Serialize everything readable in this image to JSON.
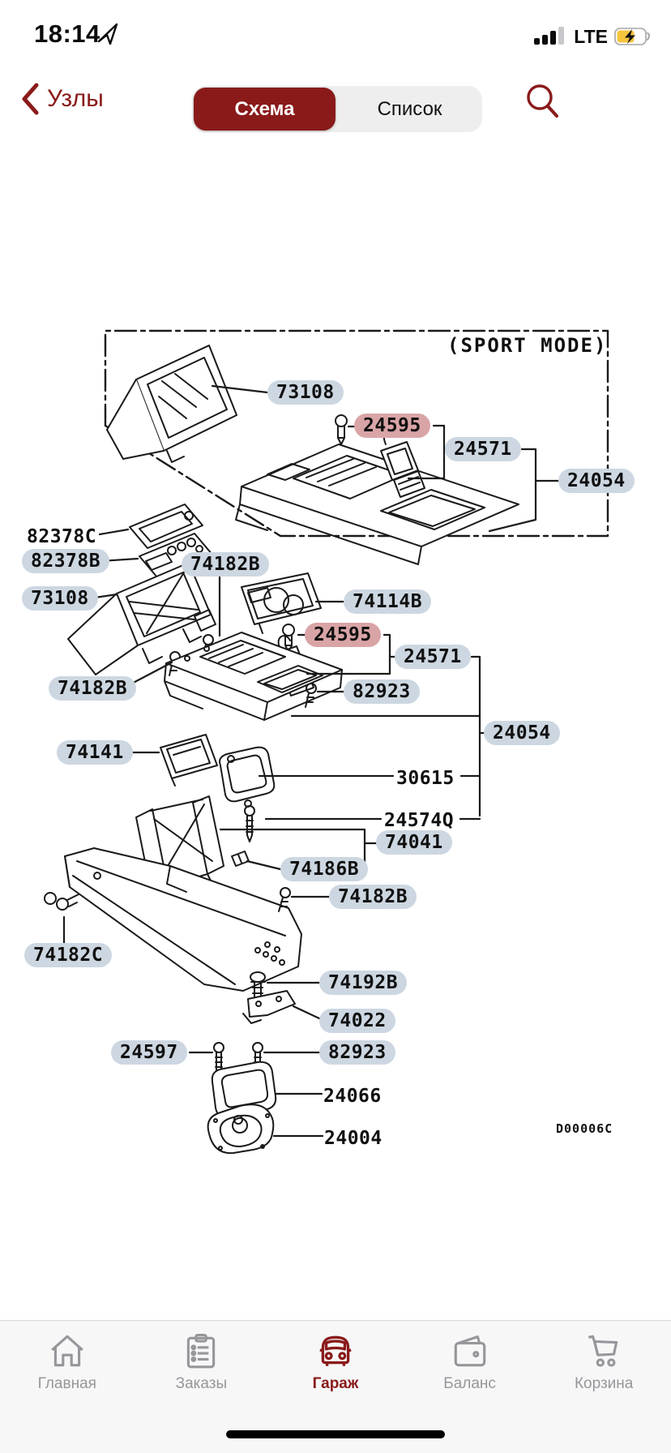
{
  "status_bar": {
    "time": "18:14",
    "network": "LTE"
  },
  "nav": {
    "back_label": "Узлы",
    "segments": [
      {
        "label": "Схема",
        "selected": true
      },
      {
        "label": "Список",
        "selected": false
      }
    ]
  },
  "diagram": {
    "sport_mode_label": "(SPORT MODE)",
    "drawing_code": "D00006C",
    "parts": [
      {
        "number": "73108",
        "style": "pill"
      },
      {
        "number": "24595",
        "style": "highlight"
      },
      {
        "number": "24571",
        "style": "pill"
      },
      {
        "number": "24054",
        "style": "pill"
      },
      {
        "number": "82378C",
        "style": "plain"
      },
      {
        "number": "82378B",
        "style": "pill"
      },
      {
        "number": "74182B",
        "style": "pill"
      },
      {
        "number": "73108",
        "style": "pill"
      },
      {
        "number": "74114B",
        "style": "pill"
      },
      {
        "number": "24595",
        "style": "highlight"
      },
      {
        "number": "24571",
        "style": "pill"
      },
      {
        "number": "82923",
        "style": "pill"
      },
      {
        "number": "74182B",
        "style": "pill"
      },
      {
        "number": "24054",
        "style": "pill"
      },
      {
        "number": "74141",
        "style": "pill"
      },
      {
        "number": "30615",
        "style": "plain"
      },
      {
        "number": "24574Q",
        "style": "plain"
      },
      {
        "number": "74041",
        "style": "pill"
      },
      {
        "number": "74186B",
        "style": "pill"
      },
      {
        "number": "74182B",
        "style": "pill"
      },
      {
        "number": "74182C",
        "style": "pill"
      },
      {
        "number": "74192B",
        "style": "pill"
      },
      {
        "number": "74022",
        "style": "pill"
      },
      {
        "number": "24597",
        "style": "pill"
      },
      {
        "number": "82923",
        "style": "pill"
      },
      {
        "number": "24066",
        "style": "plain"
      },
      {
        "number": "24004",
        "style": "plain"
      }
    ]
  },
  "tab_bar": {
    "items": [
      {
        "label": "Главная",
        "icon": "home-icon",
        "active": false
      },
      {
        "label": "Заказы",
        "icon": "orders-icon",
        "active": false
      },
      {
        "label": "Гараж",
        "icon": "garage-icon",
        "active": true
      },
      {
        "label": "Баланс",
        "icon": "wallet-icon",
        "active": false
      },
      {
        "label": "Корзина",
        "icon": "cart-icon",
        "active": false
      }
    ]
  },
  "colors": {
    "accent": "#8a1a1a",
    "pill": "#cdd7e1",
    "pill-hl": "#d9a4a6",
    "line": "#1a1a1a"
  }
}
